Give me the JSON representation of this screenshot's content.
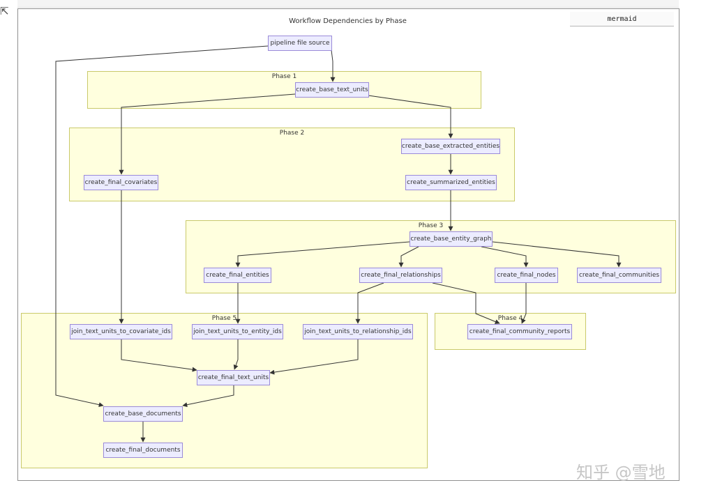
{
  "mermaid_label": "mermaid",
  "title": "Workflow Dependencies by Phase",
  "phases": {
    "p1": "Phase 1",
    "p2": "Phase 2",
    "p3": "Phase 3",
    "p4": "Phase 4",
    "p5": "Phase 5"
  },
  "nodes": {
    "pipeline_file_source": "pipeline file source",
    "create_base_text_units": "create_base_text_units",
    "create_base_extracted_entities": "create_base_extracted_entities",
    "create_final_covariates": "create_final_covariates",
    "create_summarized_entities": "create_summarized_entities",
    "create_base_entity_graph": "create_base_entity_graph",
    "create_final_entities": "create_final_entities",
    "create_final_relationships": "create_final_relationships",
    "create_final_nodes": "create_final_nodes",
    "create_final_communities": "create_final_communities",
    "create_final_community_reports": "create_final_community_reports",
    "join_text_units_to_covariate_ids": "join_text_units_to_covariate_ids",
    "join_text_units_to_entity_ids": "join_text_units_to_entity_ids",
    "join_text_units_to_relationship_ids": "join_text_units_to_relationship_ids",
    "create_final_text_units": "create_final_text_units",
    "create_base_documents": "create_base_documents",
    "create_final_documents": "create_final_documents"
  },
  "edges": [
    [
      "pipeline_file_source",
      "create_base_text_units"
    ],
    [
      "pipeline_file_source",
      "create_base_documents"
    ],
    [
      "create_base_text_units",
      "create_final_covariates"
    ],
    [
      "create_base_text_units",
      "create_base_extracted_entities"
    ],
    [
      "create_base_extracted_entities",
      "create_summarized_entities"
    ],
    [
      "create_summarized_entities",
      "create_base_entity_graph"
    ],
    [
      "create_final_covariates",
      "join_text_units_to_covariate_ids"
    ],
    [
      "create_base_entity_graph",
      "create_final_entities"
    ],
    [
      "create_base_entity_graph",
      "create_final_relationships"
    ],
    [
      "create_base_entity_graph",
      "create_final_nodes"
    ],
    [
      "create_base_entity_graph",
      "create_final_communities"
    ],
    [
      "create_final_entities",
      "join_text_units_to_entity_ids"
    ],
    [
      "create_final_relationships",
      "join_text_units_to_relationship_ids"
    ],
    [
      "create_final_relationships",
      "create_final_community_reports"
    ],
    [
      "create_final_nodes",
      "create_final_community_reports"
    ],
    [
      "join_text_units_to_covariate_ids",
      "create_final_text_units"
    ],
    [
      "join_text_units_to_entity_ids",
      "create_final_text_units"
    ],
    [
      "join_text_units_to_relationship_ids",
      "create_final_text_units"
    ],
    [
      "create_final_text_units",
      "create_base_documents"
    ],
    [
      "create_base_documents",
      "create_final_documents"
    ]
  ],
  "watermark": "知乎 @雪地",
  "colors": {
    "node_fill": "#ececff",
    "node_border": "#9a8ad8",
    "phase_fill": "#ffffde",
    "phase_border": "#c9c96a",
    "edge": "#333333"
  }
}
